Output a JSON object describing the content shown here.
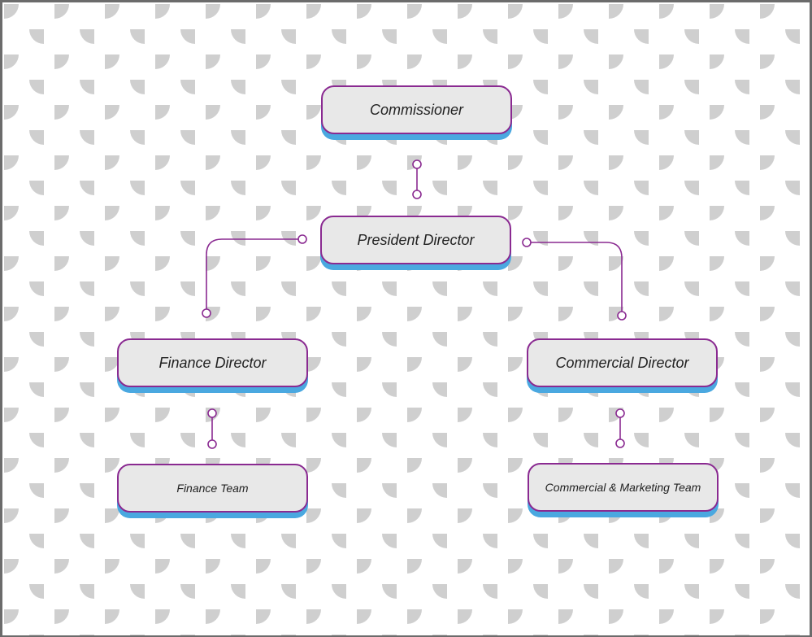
{
  "diagram": {
    "nodes": {
      "commissioner": "Commissioner",
      "president_director": "President Director",
      "finance_director": "Finance Director",
      "commercial_director": "Commercial Director",
      "finance_team": "Finance Team",
      "commercial_marketing_team": "Commercial & Marketing Team"
    },
    "edges": [
      {
        "from": "commissioner",
        "to": "president_director"
      },
      {
        "from": "president_director",
        "to": "finance_director"
      },
      {
        "from": "president_director",
        "to": "commercial_director"
      },
      {
        "from": "finance_director",
        "to": "finance_team"
      },
      {
        "from": "commercial_director",
        "to": "commercial_marketing_team"
      }
    ]
  },
  "colors": {
    "node_fill": "#e8e8e8",
    "node_border": "#8a2a91",
    "node_shadow": "#4aa8e0",
    "connector": "#8a2a91",
    "background_pattern": "#cfcfcf"
  }
}
